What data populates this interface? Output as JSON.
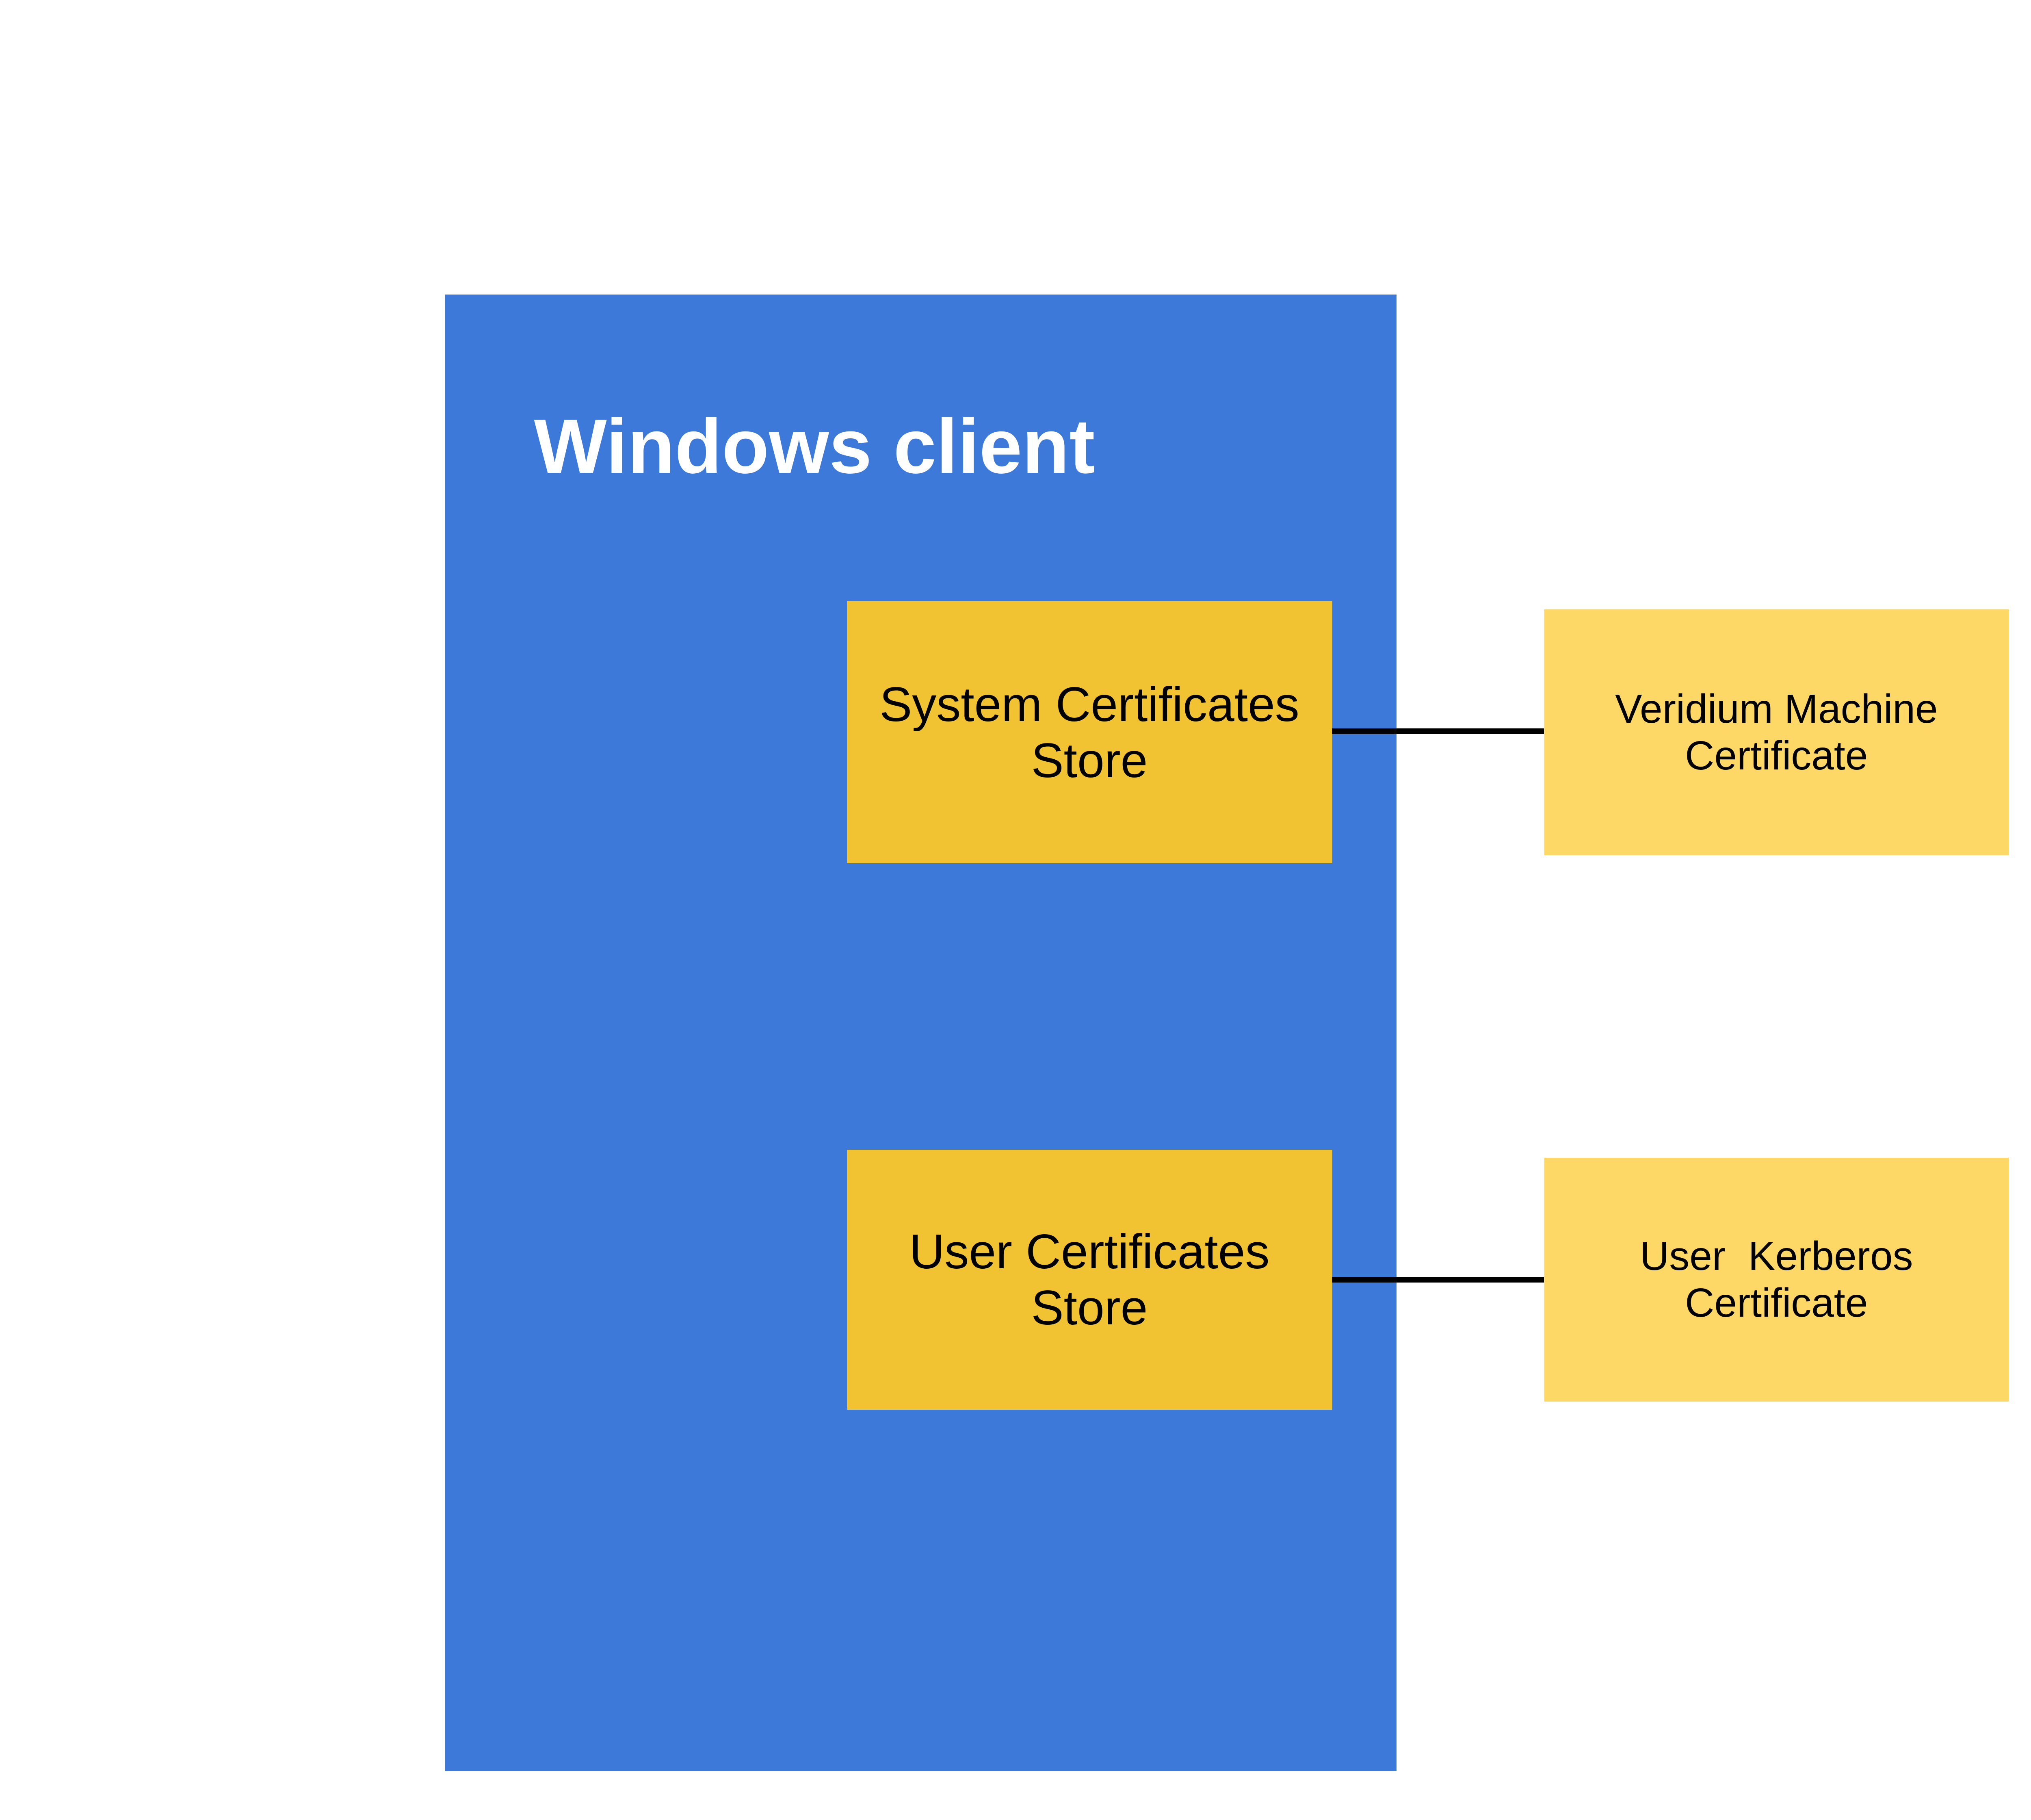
{
  "diagram": {
    "container": {
      "label": "Windows client",
      "color": "#3c79d8"
    },
    "stores": [
      {
        "label": "System Certificates Store",
        "color": "#f1c232"
      },
      {
        "label": "User Certificates Store",
        "color": "#f1c232"
      }
    ],
    "certificates": [
      {
        "label": "Veridium Machine Certificate",
        "color": "#fdd866"
      },
      {
        "label": "User  Kerberos Certificate",
        "color": "#fdd866"
      }
    ],
    "connections": [
      {
        "from": "System Certificates Store",
        "to": "Veridium Machine Certificate"
      },
      {
        "from": "User Certificates Store",
        "to": "User  Kerberos Certificate"
      }
    ]
  }
}
